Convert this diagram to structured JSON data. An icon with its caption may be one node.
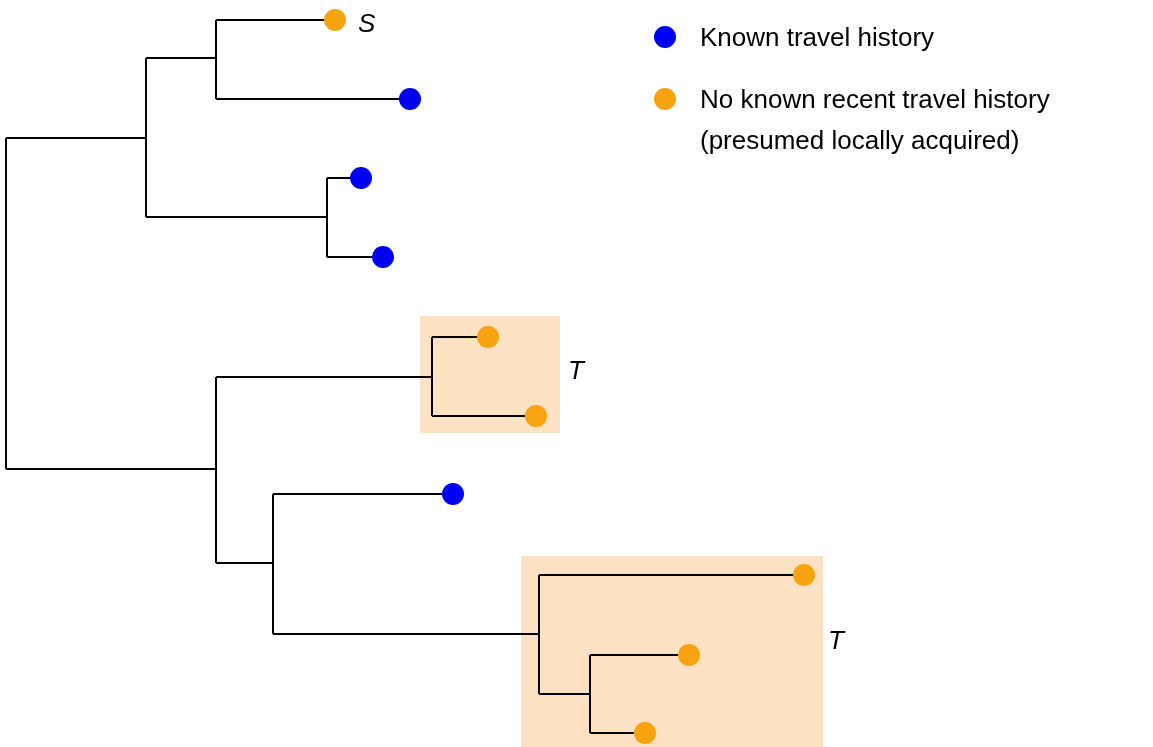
{
  "diagram": {
    "nodes": [
      {
        "text": [],
        "shape": "circle",
        "beside": [
          "S"
        ]
      },
      {
        "text": [],
        "shape": "circle"
      },
      {
        "text": [],
        "shape": "circle"
      },
      {
        "text": [],
        "shape": "circle"
      },
      {
        "text": [
          "T"
        ]
      },
      {
        "text": [],
        "shape": "circle",
        "in": 4
      },
      {
        "text": [],
        "shape": "circle",
        "in": 4
      },
      {
        "text": [],
        "shape": "circle"
      },
      {
        "text": [
          "T"
        ]
      },
      {
        "text": [],
        "shape": "circle",
        "in": 8
      },
      {
        "text": [],
        "shape": "circle",
        "in": 8
      },
      {
        "text": [],
        "shape": "circle",
        "in": 8
      }
    ],
    "legend": [
      {
        "text": "Known travel history",
        "color": "#0000f5"
      },
      {
        "text": "No known recent travel history (presumed locally acquired)",
        "color": "#f7a30f"
      }
    ]
  }
}
